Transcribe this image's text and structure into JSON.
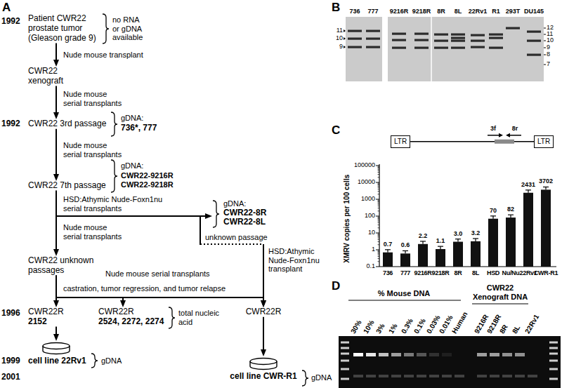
{
  "diagram": {
    "nodes": [
      {
        "text": [
          "Patient CWR22 prostate tumor (Gleason grade 9)"
        ]
      },
      {
        "text": [
          "CWR22 xenograft"
        ]
      },
      {
        "text": [
          "CWR22 3rd passage"
        ]
      },
      {
        "text": [
          "CWR22 7th passage"
        ]
      },
      {
        "text": [
          "CWR22 unknown passages"
        ]
      },
      {
        "text": [
          "CWR22R",
          "2152"
        ]
      },
      {
        "text": [
          "CWR22R",
          "2524, 2272, 2274"
        ]
      },
      {
        "text": [
          "CWR22R"
        ]
      },
      {
        "text": [
          "cell line 22Rv1"
        ]
      },
      {
        "text": [
          "cell line CWR-R1"
        ]
      },
      {
        "text": [
          "gDNA:",
          "CWR22-8R CWR22-8L"
        ]
      },
      {
        "text": [
          "LTR"
        ]
      },
      {
        "text": [
          "LTR"
        ]
      }
    ],
    "edges": [
      {
        "from": 0,
        "to": 1,
        "arrow": "to",
        "label": "Nude mouse transplant"
      },
      {
        "from": 1,
        "to": 2,
        "arrow": "to",
        "label": "Nude mouse serial transplants"
      },
      {
        "from": 2,
        "to": 3,
        "arrow": "to",
        "label": "Nude mouse serial transplants"
      },
      {
        "from": 3,
        "to": 4,
        "arrow": "to",
        "label": "Nude mouse serial transplants"
      },
      {
        "from": 3,
        "to": 10,
        "arrow": "to",
        "label": "HSD:Athymic Nude-Foxn1nu serial transplants"
      },
      {
        "from": 3,
        "to": 7,
        "arrow": "to",
        "label": "HSD:Athymic Nude-Foxn1nu transplant"
      },
      {
        "from": 4,
        "to": 5,
        "arrow": "to"
      },
      {
        "from": 4,
        "to": 6,
        "arrow": "to"
      },
      {
        "from": 4,
        "to": 7,
        "arrow": "to"
      },
      {
        "from": 5,
        "to": 8,
        "arrow": "to"
      },
      {
        "from": 7,
        "to": 9,
        "arrow": "to"
      },
      {
        "from": 11,
        "to": 12,
        "arrow": "none"
      }
    ],
    "labels": [
      "A",
      "1992",
      "no RNA or gDNA available",
      "1992",
      "gDNA:",
      "736*, 777",
      "gDNA:",
      "CWR22-9216R CWR22-9218R",
      "unknown passage",
      "Nude mouse serial transplants",
      "castration, tumor regression, and tumor relapse",
      "1996",
      "total nucleic acid",
      "1999",
      "gDNA",
      "2001",
      "gDNA",
      "B",
      "736",
      "777",
      "9216R",
      "9218R",
      "8R",
      "8L",
      "22Rv1",
      "R1",
      "293T",
      "DU145",
      "11",
      "10",
      "9",
      "12",
      "11",
      "10",
      "9",
      "8",
      "7",
      "C",
      "3f",
      "8r",
      "100000",
      "10000",
      "1000",
      "100",
      "10",
      "1",
      "0.1",
      "XMRV copies per 100 cells",
      "0.7",
      "0.6",
      "2.2",
      "1.1",
      "3.0",
      "3.2",
      "70",
      "82",
      "2431",
      "3702",
      "736",
      "777",
      "9216R",
      "9218R",
      "8R",
      "8L",
      "HSD",
      "Nu/Nu",
      "22Rv1",
      "CWR-R1",
      "D",
      "% Mouse DNA",
      "CWR22 Xenograft DNA",
      "30%",
      "10%",
      "3%",
      "1%",
      "0.3%",
      "0.1%",
      "0.03%",
      "0.01%",
      "Human",
      "9216R",
      "9218R",
      "8R",
      "8L",
      "22Rv1"
    ]
  }
}
